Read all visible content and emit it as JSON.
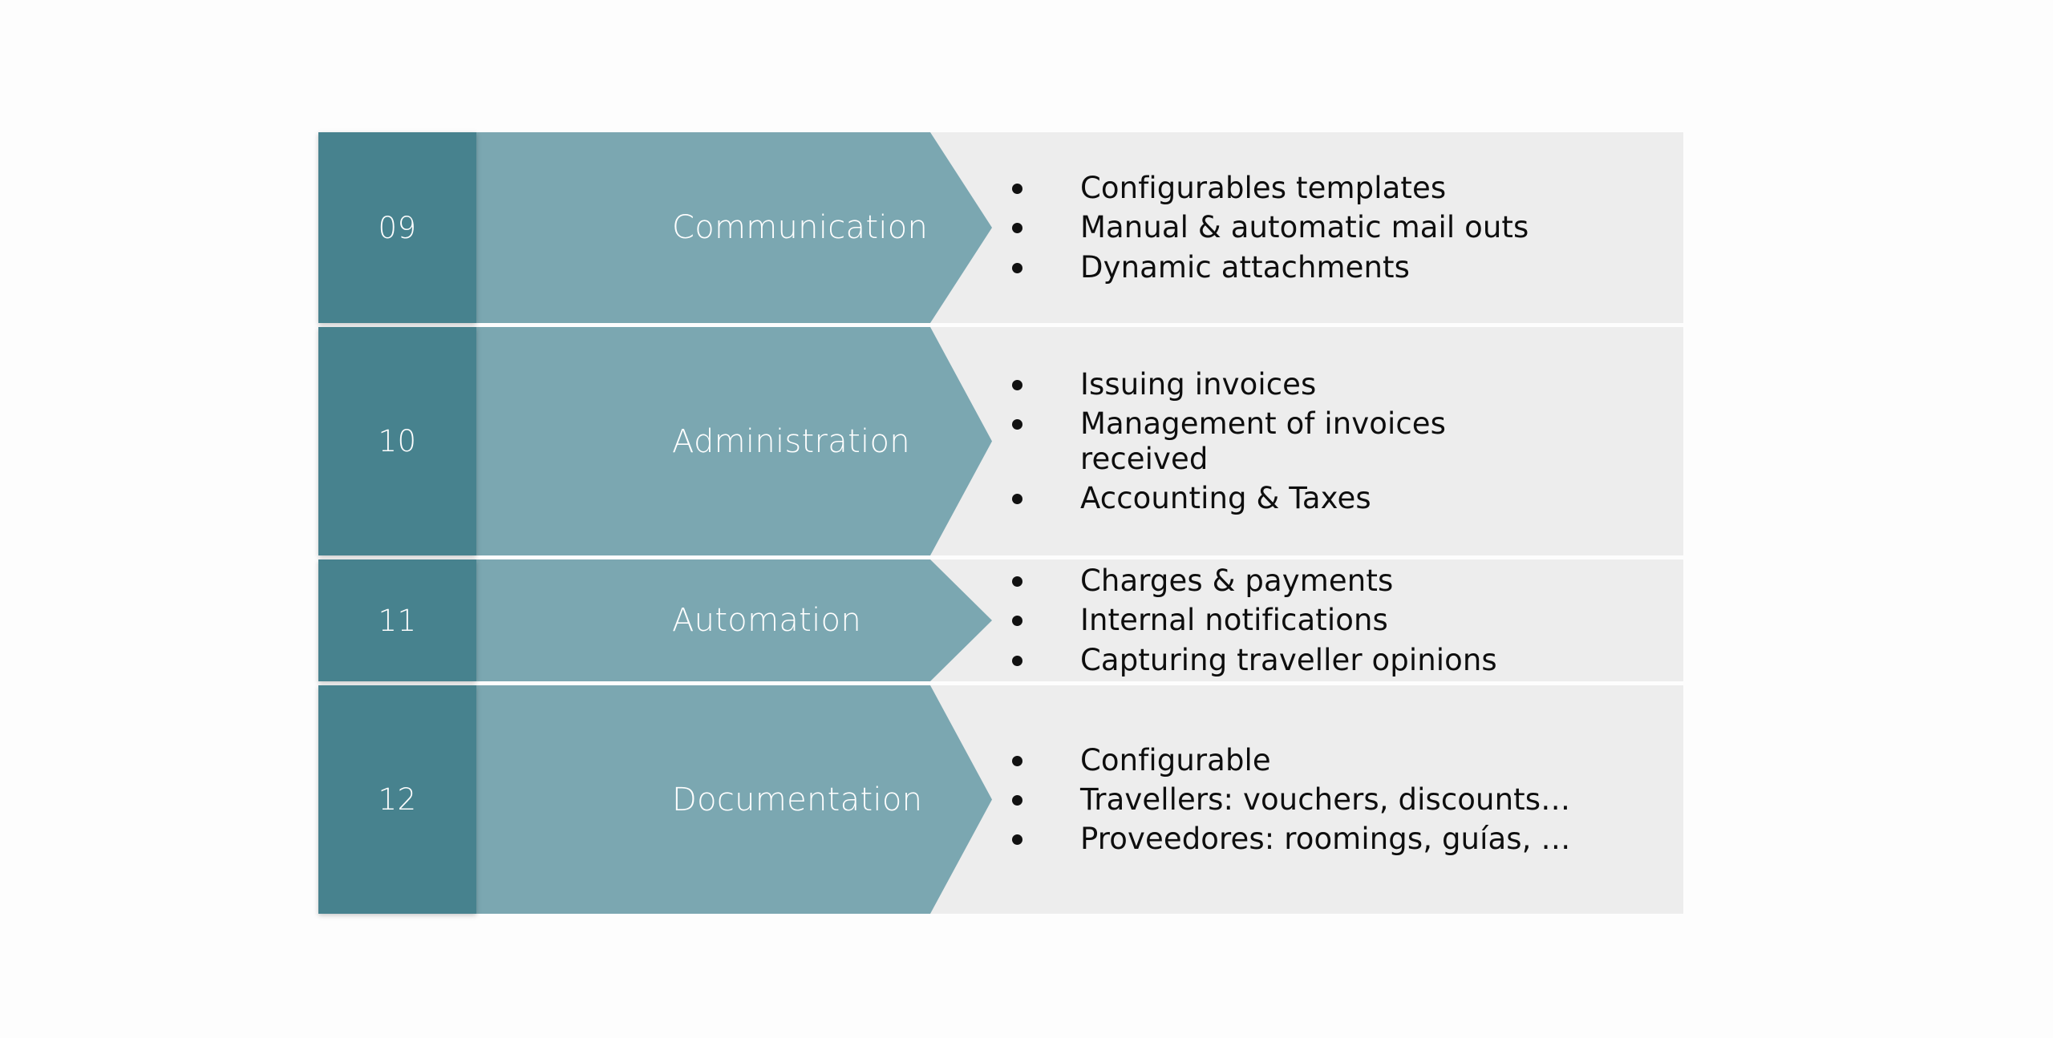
{
  "diagram": {
    "type": "chevron-process-list",
    "colors": {
      "number_cell": "#47828E",
      "label_cell": "#7BA7B1",
      "panel": "#EDEDED",
      "label_text": "#FFFFFF",
      "bullet_text": "#0E0E0E",
      "page_background": "#FDFDFD"
    },
    "rows": [
      {
        "number": "09",
        "label": "Communication",
        "bullets": [
          "Configurables templates",
          "Manual & automatic mail outs",
          "Dynamic attachments"
        ]
      },
      {
        "number": "10",
        "label": "Administration",
        "bullets": [
          "Issuing invoices",
          "Management of invoices received",
          "Accounting & Taxes"
        ]
      },
      {
        "number": "11",
        "label": "Automation",
        "bullets": [
          "Charges & payments",
          "Internal notifications",
          "Capturing traveller opinions"
        ]
      },
      {
        "number": "12",
        "label": "Documentation",
        "bullets": [
          "Configurable",
          "Travellers: vouchers, discounts…",
          "Proveedores: roomings, guías, …"
        ]
      }
    ]
  }
}
